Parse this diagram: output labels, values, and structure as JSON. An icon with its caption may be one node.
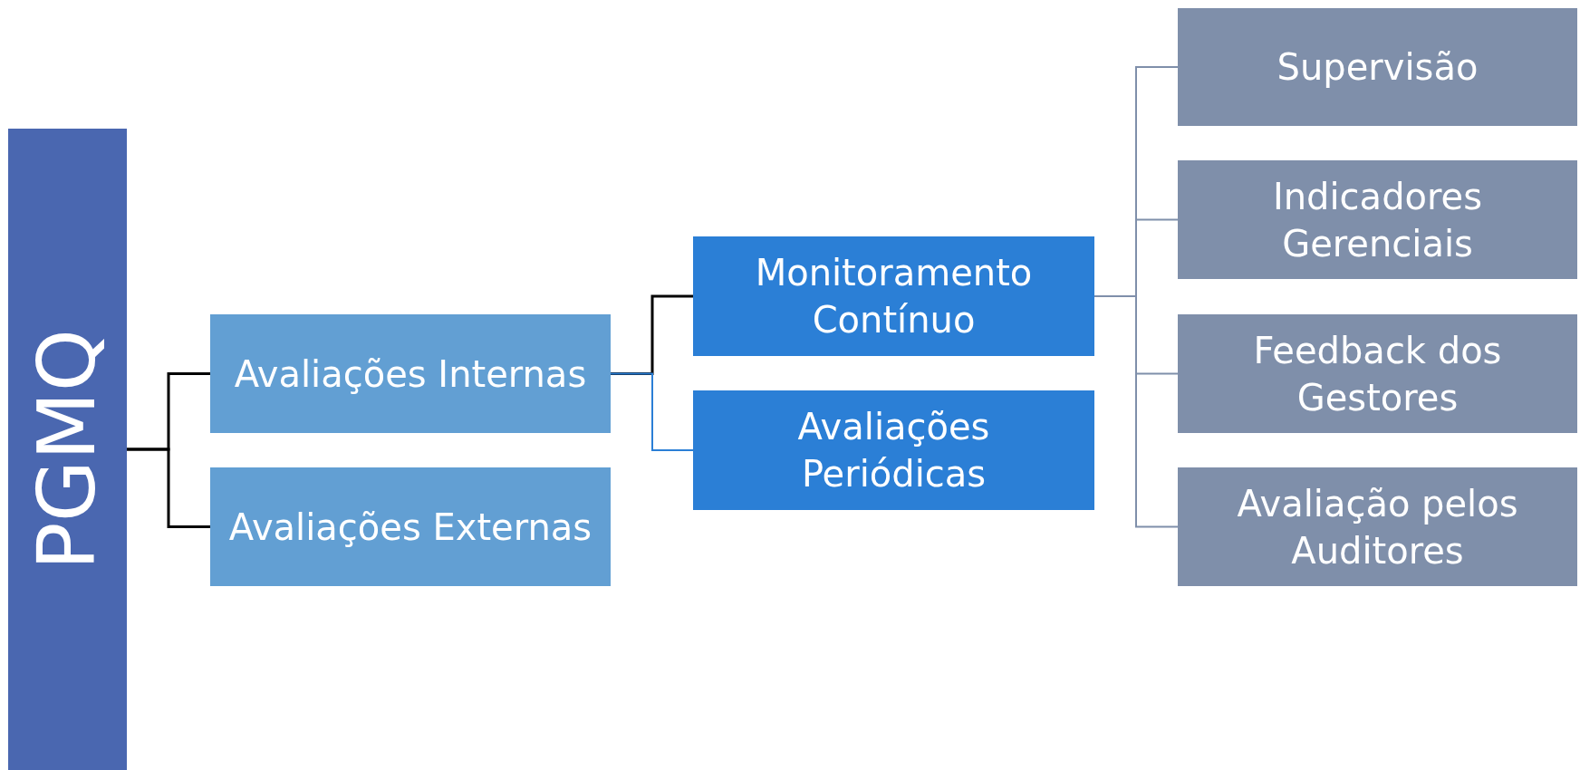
{
  "diagram": {
    "nodes": [
      {
        "text": [
          "PGMQ"
        ]
      },
      {
        "text": [
          "Avaliações Internas"
        ]
      },
      {
        "text": [
          "Avaliações Externas"
        ]
      },
      {
        "text": [
          "Monitoramento Contínuo"
        ]
      },
      {
        "text": [
          "Avaliações Periódicas"
        ]
      },
      {
        "text": [
          "Supervisão"
        ]
      },
      {
        "text": [
          "Indicadores Gerenciais"
        ]
      },
      {
        "text": [
          "Feedback dos Gestores"
        ]
      },
      {
        "text": [
          "Avaliação pelos Auditores"
        ]
      }
    ],
    "edges": [
      {
        "from": 0,
        "to": 1,
        "arrow": "none",
        "color": "#000000"
      },
      {
        "from": 0,
        "to": 2,
        "arrow": "none",
        "color": "#000000"
      },
      {
        "from": 1,
        "to": 3,
        "arrow": "none",
        "color": "#000000"
      },
      {
        "from": 1,
        "to": 4,
        "arrow": "none",
        "color": "#2b7fd6"
      },
      {
        "from": 3,
        "to": 5,
        "arrow": "none"
      },
      {
        "from": 3,
        "to": 6,
        "arrow": "none"
      },
      {
        "from": 3,
        "to": 7,
        "arrow": "none"
      },
      {
        "from": 3,
        "to": 8,
        "arrow": "none"
      }
    ]
  }
}
